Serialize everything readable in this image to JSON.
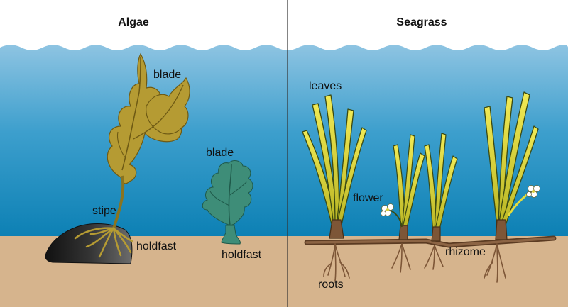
{
  "panels": {
    "left_title": "Algae",
    "right_title": "Seagrass"
  },
  "algae": {
    "kelp_blade": "blade",
    "kelp_stipe": "stipe",
    "kelp_holdfast": "holdfast",
    "small_blade": "blade",
    "small_holdfast": "holdfast"
  },
  "seagrass": {
    "leaves": "leaves",
    "flower": "flower",
    "rhizome": "rhizome",
    "roots": "roots"
  },
  "colors": {
    "water_top": "#8ec4e2",
    "water_bottom": "#0c80b4",
    "sediment": "#d6b48d",
    "kelp": "#b59b33",
    "kelp_outline": "#6e5a14",
    "green_alga": "#3e8d78",
    "seagrass_leaf": "#e3dc3b",
    "seagrass_outline": "#3b4a12",
    "rhizome": "#7d5637",
    "rock": "#1d1d1d"
  }
}
